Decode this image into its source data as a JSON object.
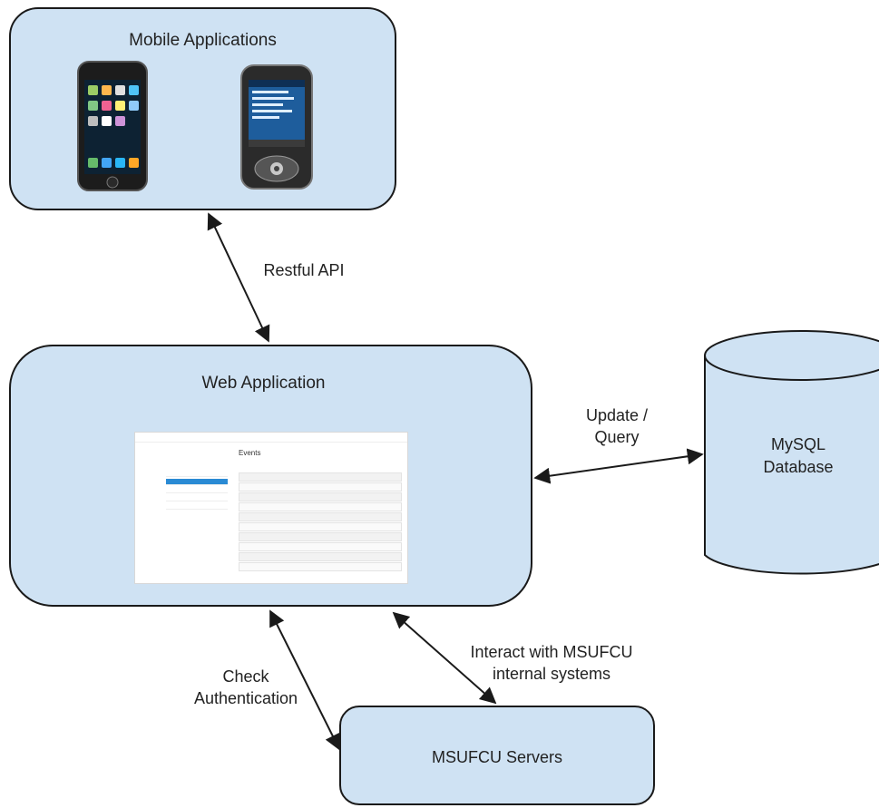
{
  "nodes": {
    "mobile": {
      "title": "Mobile Applications"
    },
    "web": {
      "title": "Web Application"
    },
    "database": {
      "title_line1": "MySQL",
      "title_line2": "Database"
    },
    "servers": {
      "title": "MSUFCU Servers"
    }
  },
  "edges": {
    "restful": {
      "label": "Restful API"
    },
    "update": {
      "label_line1": "Update /",
      "label_line2": "Query"
    },
    "interact": {
      "label_line1": "Interact with MSUFCU",
      "label_line2": "internal systems"
    },
    "auth": {
      "label_line1": "Check",
      "label_line2": "Authentication"
    }
  },
  "web_screenshot": {
    "heading": "Events",
    "sidebar_items": [
      "",
      "",
      "",
      "",
      ""
    ],
    "rows": 10
  },
  "colors": {
    "box_fill": "#cfe2f3",
    "stroke": "#1a1a1a",
    "accent": "#2a8ad4"
  }
}
